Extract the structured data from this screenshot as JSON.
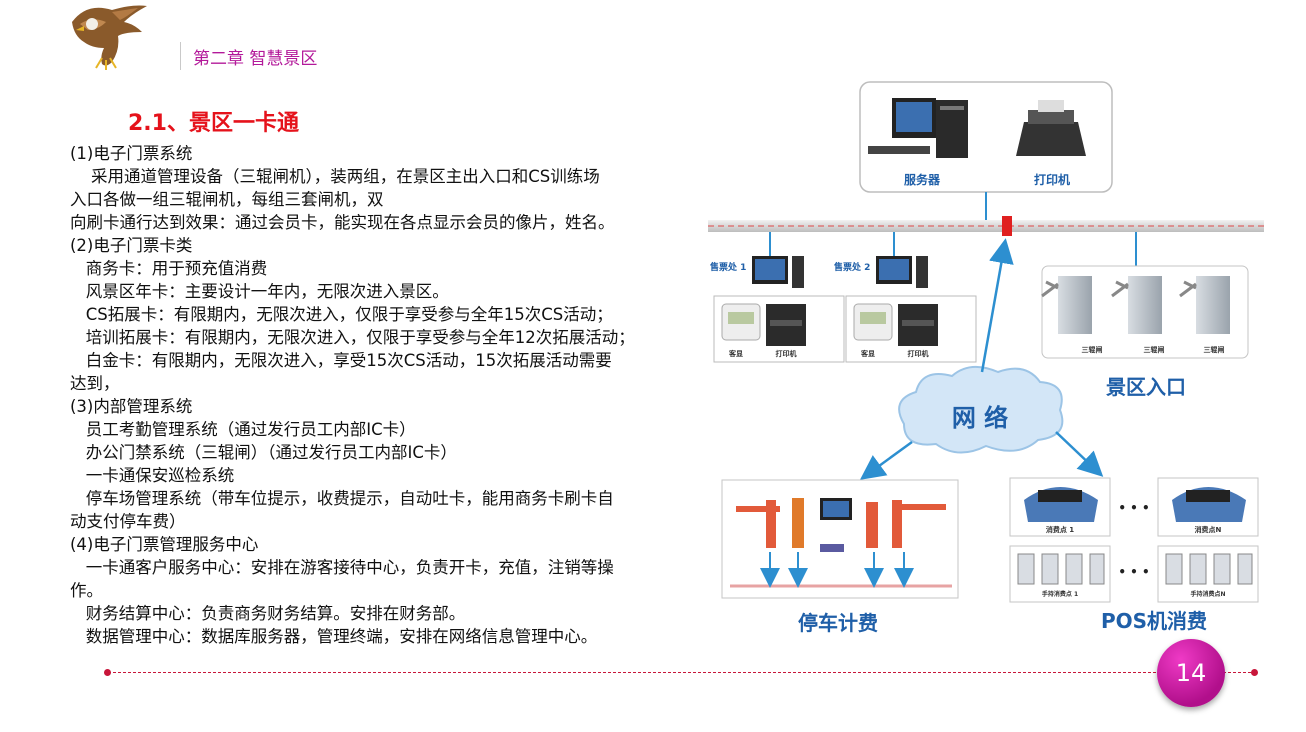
{
  "header": {
    "chapter": "第二章  智慧景区"
  },
  "section": {
    "title": "2.1、景区一卡通"
  },
  "body_lines": [
    "(1)电子门票系统",
    "    采用通道管理设备（三辊闸机），装两组，在景区主出入口和CS训练场",
    "入口各做一组三辊闸机，每组三套闸机，双",
    "向刷卡通行达到效果：通过会员卡，能实现在各点显示会员的像片，姓名。",
    "(2)电子门票卡类",
    "   商务卡：用于预充值消费",
    "   风景区年卡：主要设计一年内，无限次进入景区。",
    "   CS拓展卡：有限期内，无限次进入，仅限于享受参与全年15次CS活动；",
    "   培训拓展卡：有限期内，无限次进入，仅限于享受参与全年12次拓展活动；",
    "   白金卡：有限期内，无限次进入，享受15次CS活动，15次拓展活动需要",
    "达到，",
    "(3)内部管理系统",
    "   员工考勤管理系统（通过发行员工内部IC卡）",
    "   办公门禁系统（三辊闸）（通过发行员工内部IC卡）",
    "   一卡通保安巡检系统",
    "   停车场管理系统（带车位提示，收费提示，自动吐卡，能用商务卡刷卡自",
    "动支付停车费）",
    "(4)电子门票管理服务中心",
    "   一卡通客户服务中心：安排在游客接待中心，负责开卡，充值，注销等操",
    "作。",
    "   财务结算中心：负责商务财务结算。安排在财务部。",
    "   数据管理中心：数据库服务器，管理终端，安排在网络信息管理中心。"
  ],
  "diagram": {
    "server_label": "服务器",
    "printer_label": "打印机",
    "ticket_office_1": "售票处 1",
    "ticket_office_2": "售票处 2",
    "customer_display": "客显",
    "ticket_printer": "打印机",
    "turnstile_label": "三辊闸",
    "entrance_label": "景区入口",
    "network_label": "网    络",
    "parking_label": "停车计费",
    "pos_label": "POS机消费",
    "pos_point_1": "消费点 1",
    "pos_point_n": "消费点N",
    "handheld_1": "手持消费点 1",
    "handheld_n": "手持消费点N",
    "ellipsis": "• • •",
    "colors": {
      "bus": "#d9d9d9",
      "arrow": "#2d8fd0",
      "label_blue": "#1f5fa8",
      "cloud": "#cfe3f5"
    }
  },
  "footer": {
    "page_number": "14"
  },
  "colors": {
    "accent_magenta": "#b3199a",
    "title_red": "#e5121b",
    "footer_red": "#c8163a"
  }
}
